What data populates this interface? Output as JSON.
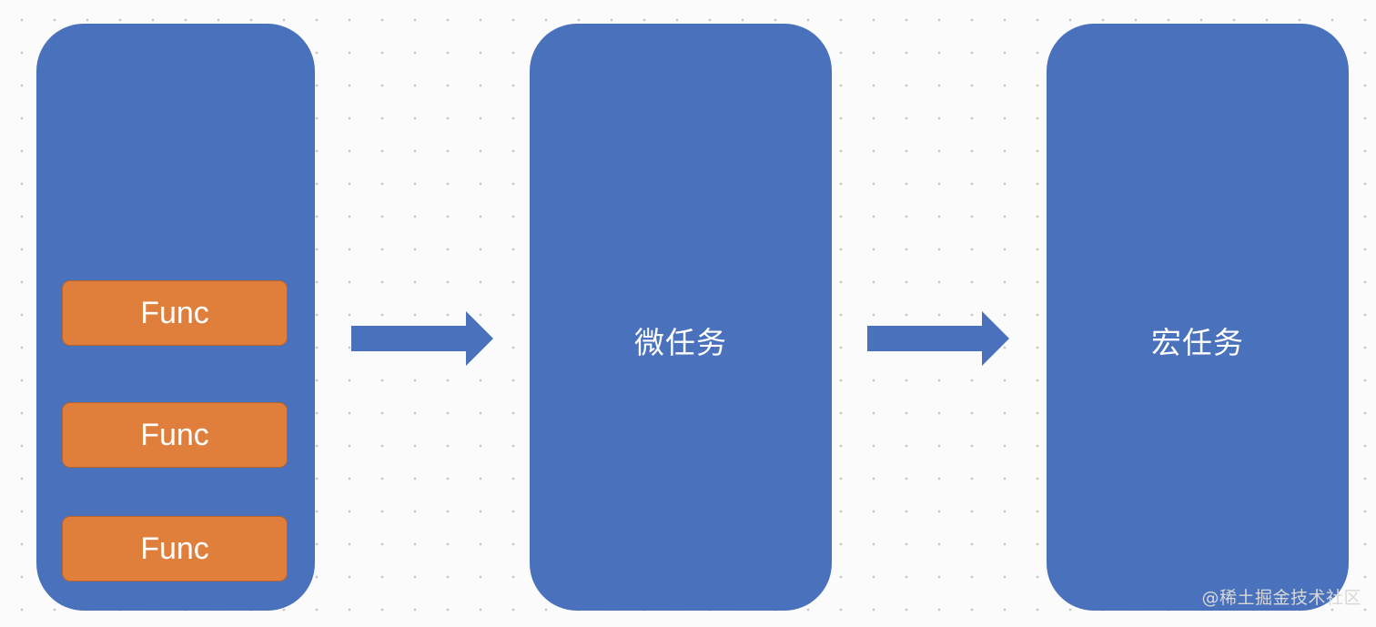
{
  "stack": {
    "items": [
      {
        "label": "Func"
      },
      {
        "label": "Func"
      },
      {
        "label": "Func"
      }
    ]
  },
  "microtask": {
    "label": "微任务"
  },
  "macrotask": {
    "label": "宏任务"
  },
  "watermark": "@稀土掘金技术社区",
  "colors": {
    "panel": "#4a71bb",
    "func_box": "#e07f3c",
    "arrow": "#4a71bb",
    "text": "#ffffff"
  }
}
